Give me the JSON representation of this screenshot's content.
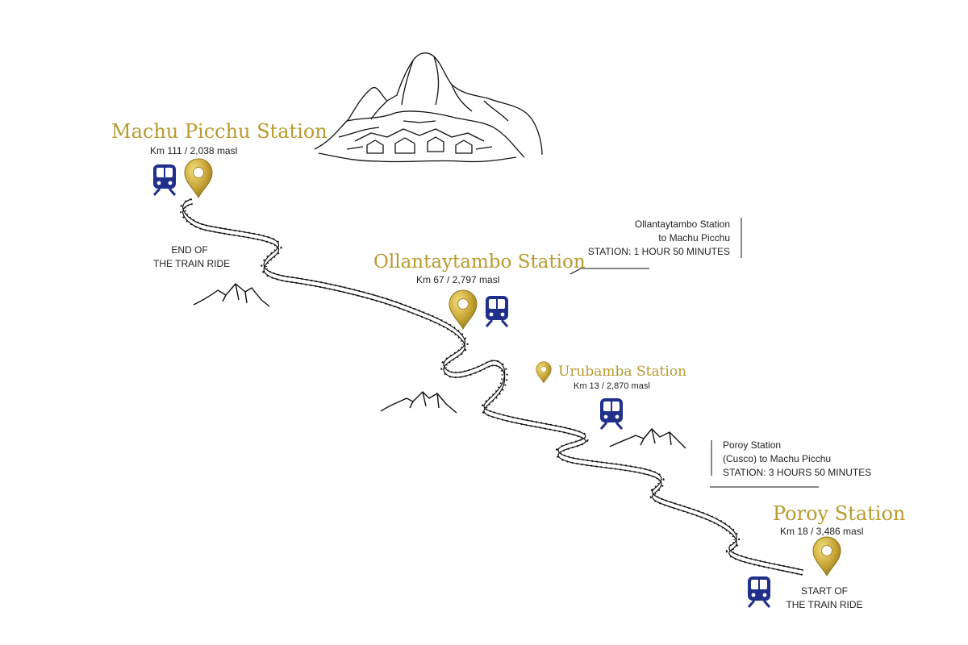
{
  "stations": {
    "machu_picchu": {
      "name": "Machu Picchu Station",
      "info": "Km 111 / 2,038 masl"
    },
    "ollantaytambo": {
      "name": "Ollantaytambo Station",
      "info": "Km 67 / 2,797 masl"
    },
    "urubamba": {
      "name": "Urubamba Station",
      "info": "Km 13 / 2,870 masl"
    },
    "poroy": {
      "name": "Poroy Station",
      "info": "Km 18 / 3,486 masl"
    }
  },
  "labels": {
    "end": [
      "END OF",
      "THE TRAIN RIDE"
    ],
    "start": [
      "START OF",
      "THE TRAIN RIDE"
    ]
  },
  "notes": {
    "ollantaytambo_route": [
      "Ollantaytambo Station",
      "to Machu Picchu",
      "STATION: 1 HOUR 50 MINUTES"
    ],
    "poroy_route": [
      "Poroy Station",
      "(Cusco) to Machu Picchu",
      "STATION: 3 HOURS 50 MINUTES"
    ]
  },
  "colors": {
    "gold": "#b89a2e",
    "navy": "#1f2f8a",
    "ink": "#222222"
  },
  "icons": [
    "train-icon",
    "location-pin-icon",
    "mountain-icon",
    "machu-picchu-illustration"
  ]
}
